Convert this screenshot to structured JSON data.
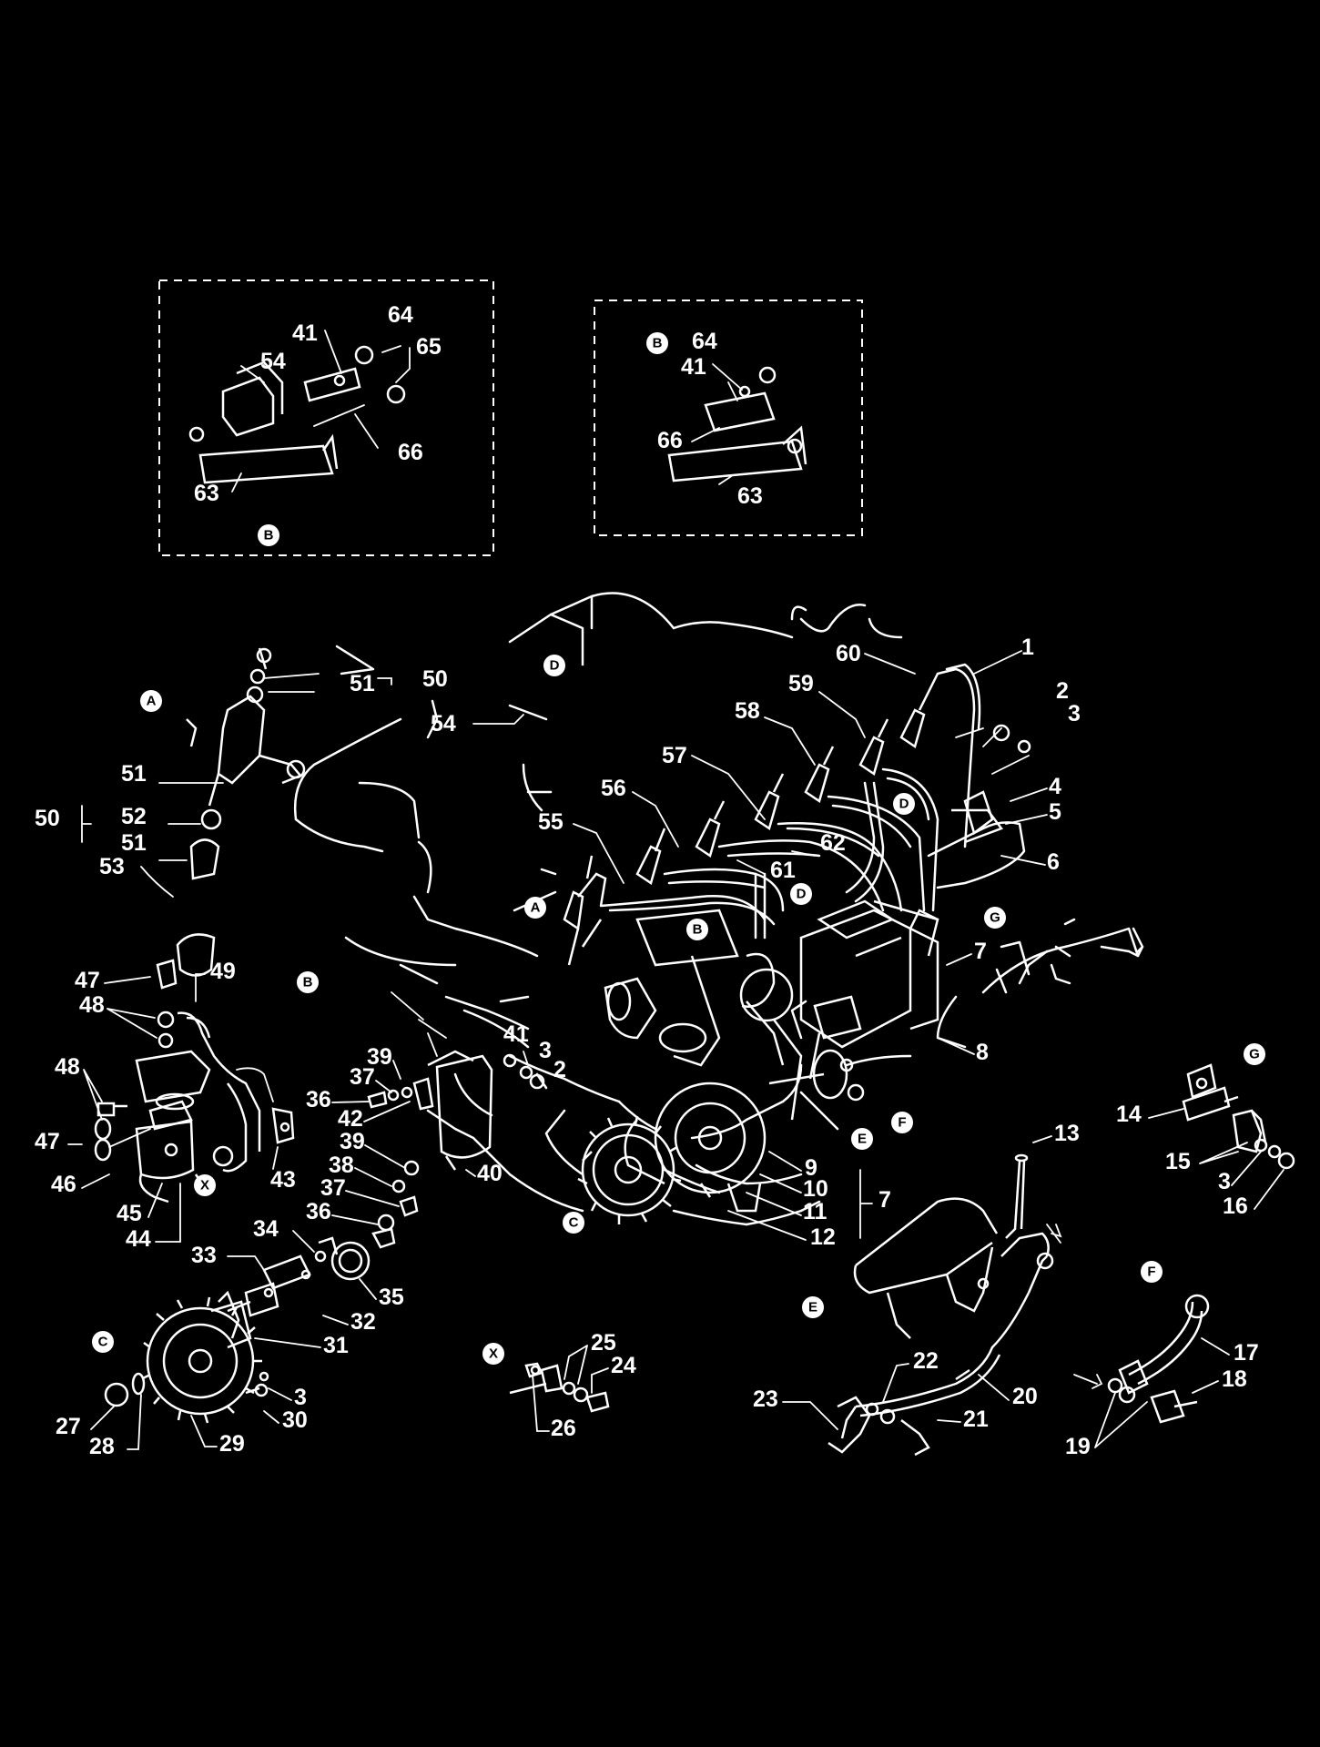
{
  "labels": {
    "n1": "1",
    "n2": "2",
    "n3": "3",
    "n4": "4",
    "n5": "5",
    "n6": "6",
    "n7": "7",
    "n8": "8",
    "n9": "9",
    "n10": "10",
    "n11": "11",
    "n12": "12",
    "n13": "13",
    "n14": "14",
    "n15": "15",
    "n16": "16",
    "n17": "17",
    "n18": "18",
    "n19": "19",
    "n20": "20",
    "n21": "21",
    "n22": "22",
    "n23": "23",
    "n24": "24",
    "n25": "25",
    "n26": "26",
    "n27": "27",
    "n28": "28",
    "n29": "29",
    "n30": "30",
    "n31": "31",
    "n32": "32",
    "n33": "33",
    "n34": "34",
    "n35": "35",
    "n36": "36",
    "n37": "37",
    "n38": "38",
    "n39": "39",
    "n40": "40",
    "n41": "41",
    "n42": "42",
    "n43": "43",
    "n44": "44",
    "n45": "45",
    "n46": "46",
    "n47": "47",
    "n48": "48",
    "n49": "49",
    "n50": "50",
    "n51": "51",
    "n52": "52",
    "n53": "53",
    "n54": "54",
    "n55": "55",
    "n56": "56",
    "n57": "57",
    "n58": "58",
    "n59": "59",
    "n60": "60",
    "n61": "61",
    "n62": "62",
    "n63": "63",
    "n64": "64",
    "n65": "65",
    "n66": "66"
  },
  "refs": {
    "A": "A",
    "B": "B",
    "C": "C",
    "D": "D",
    "E": "E",
    "F": "F",
    "G": "G",
    "X": "X"
  },
  "colors": {
    "background": "#000000",
    "line": "#ffffff"
  }
}
